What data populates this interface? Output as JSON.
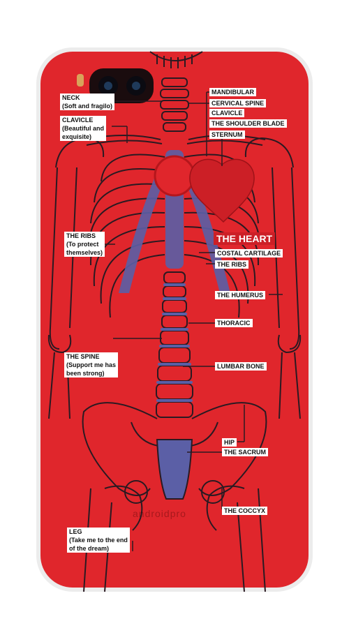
{
  "colors": {
    "case_red": "#e0262c",
    "case_edge": "#f2f2f2",
    "bone_line": "#2a1a22",
    "cartilage_blue": "#5b5fa6",
    "heart_red": "#cc1f26",
    "label_bg": "#ffffff"
  },
  "labels": {
    "neck": "NECK\n(Soft and fragilo)",
    "clavicle_left": "CLAVICLE\n(Beautiful and\nexquisite)",
    "mandibular": "MANDIBULAR",
    "cervical_spine": "CERVICAL SPINE",
    "clavicle_right": "CLAVICLE",
    "shoulder_blade": "THE SHOULDER BLADE",
    "sternum": "STERNUM",
    "the_heart": "THE HEART",
    "costal_cartilage": "COSTAL CARTILAGE",
    "the_ribs_right": "THE RIBS",
    "the_ribs_left": "THE RIBS\n(To protect\nthemselves)",
    "the_humerus": "THE HUMERUS",
    "thoracic": "THORACIC",
    "the_spine": "THE SPINE\n(Support me has\nbeen strong)",
    "lumbar_bone": "LUMBAR BONE",
    "hip": "HIP",
    "the_sacrum": "THE SACRUM",
    "the_coccyx": "THE COCCYX",
    "leg": "LEG\n(Take me to the end\nof the dream)"
  },
  "watermark": "androidpro"
}
